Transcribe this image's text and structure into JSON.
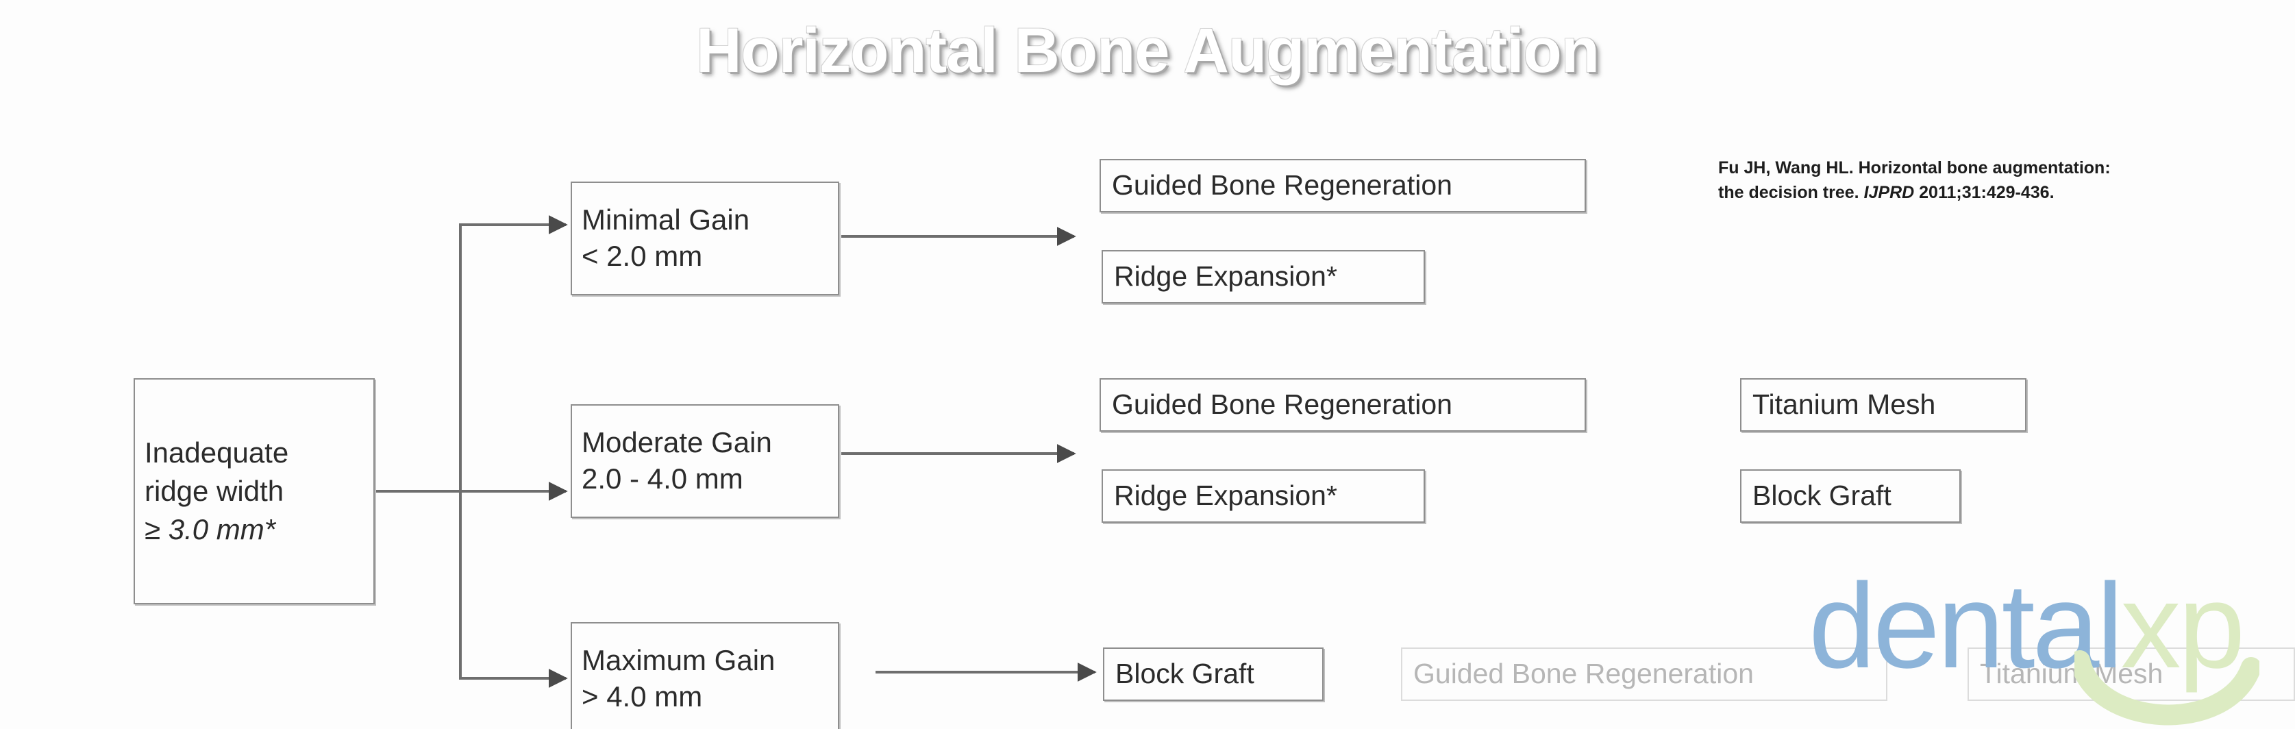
{
  "slide": {
    "title": "Horizontal Bone Augmentation",
    "background": "#fdfdfd",
    "title_color": "#ffffff",
    "line_color": "#6e6e6e",
    "box_border": "#8e8e8e",
    "ghost_color": "#b6b6b6"
  },
  "decision": {
    "line1": "Inadequate",
    "line2": "ridge width",
    "line3": "≥ 3.0 mm*"
  },
  "branches": [
    {
      "key": "minimal",
      "gain_label": "Minimal Gain",
      "gain_range": "< 2.0 mm",
      "treatments_col1": [
        "Guided Bone Regeneration",
        "Ridge Expansion*"
      ],
      "treatments_col2": []
    },
    {
      "key": "moderate",
      "gain_label": "Moderate Gain",
      "gain_range": "2.0 - 4.0 mm",
      "treatments_col1": [
        "Guided Bone Regeneration",
        "Ridge Expansion*"
      ],
      "treatments_col2": [
        "Titanium Mesh",
        "Block Graft"
      ]
    },
    {
      "key": "maximum",
      "gain_label": "Maximum Gain",
      "gain_range": "> 4.0 mm",
      "treatments_col1": [
        "Block Graft"
      ],
      "treatments_col2": [
        "Guided Bone Regeneration",
        "Titanium Mesh"
      ]
    }
  ],
  "citation": {
    "authors_title": "Fu JH, Wang HL. Horizontal bone augmentation:",
    "line2_lead": "the decision tree. ",
    "journal": "IJPRD",
    "line2_tail": " 2011;31:429-436."
  },
  "watermark": {
    "part1": "dental",
    "part2": "xp",
    "color1": "#8db4d9",
    "color2": "#dcebc2"
  }
}
